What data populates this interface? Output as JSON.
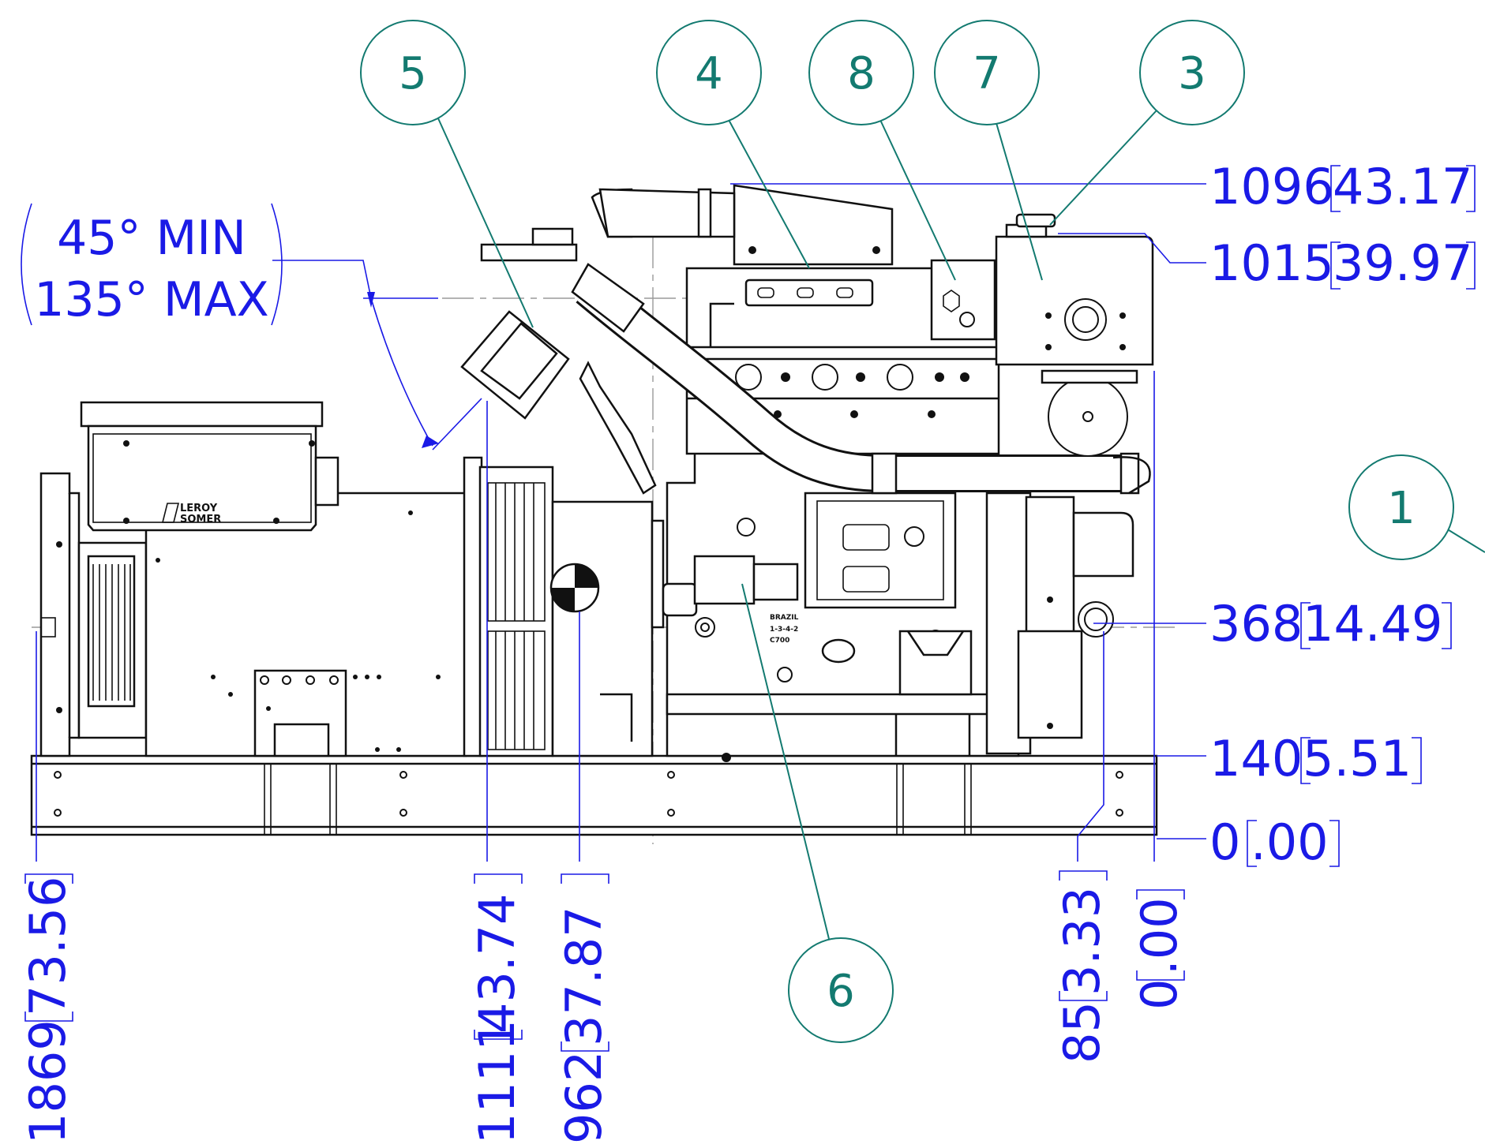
{
  "balloons": [
    {
      "id": "balloon-5",
      "label": "5"
    },
    {
      "id": "balloon-4",
      "label": "4"
    },
    {
      "id": "balloon-8",
      "label": "8"
    },
    {
      "id": "balloon-7",
      "label": "7"
    },
    {
      "id": "balloon-3",
      "label": "3"
    },
    {
      "id": "balloon-1",
      "label": "1"
    },
    {
      "id": "balloon-6",
      "label": "6"
    }
  ],
  "angle_note": {
    "line1": "45° MIN",
    "line2": "135° MAX"
  },
  "dimensions": {
    "right": [
      {
        "mm": "1096",
        "in": "43.17"
      },
      {
        "mm": "1015",
        "in": "39.97"
      },
      {
        "mm": "368",
        "in": "14.49"
      },
      {
        "mm": "140",
        "in": "5.51"
      },
      {
        "mm": "0",
        "in": ".00"
      }
    ],
    "bottom": [
      {
        "mm": "1869",
        "in": "73.56"
      },
      {
        "mm": "1111",
        "in": "43.74"
      },
      {
        "mm": "962",
        "in": "37.87"
      },
      {
        "mm": "85",
        "in": "3.33"
      },
      {
        "mm": "0",
        "in": ".00"
      }
    ]
  },
  "markings": {
    "brand_line1": "LEROY",
    "brand_line2": "SOMER",
    "plate_line1": "BRAZIL",
    "plate_line2": "1-3-4-2",
    "plate_line3": "C700"
  },
  "colors": {
    "dimension": "#1a1ae6",
    "balloon": "#137a70",
    "outline": "#111111"
  }
}
